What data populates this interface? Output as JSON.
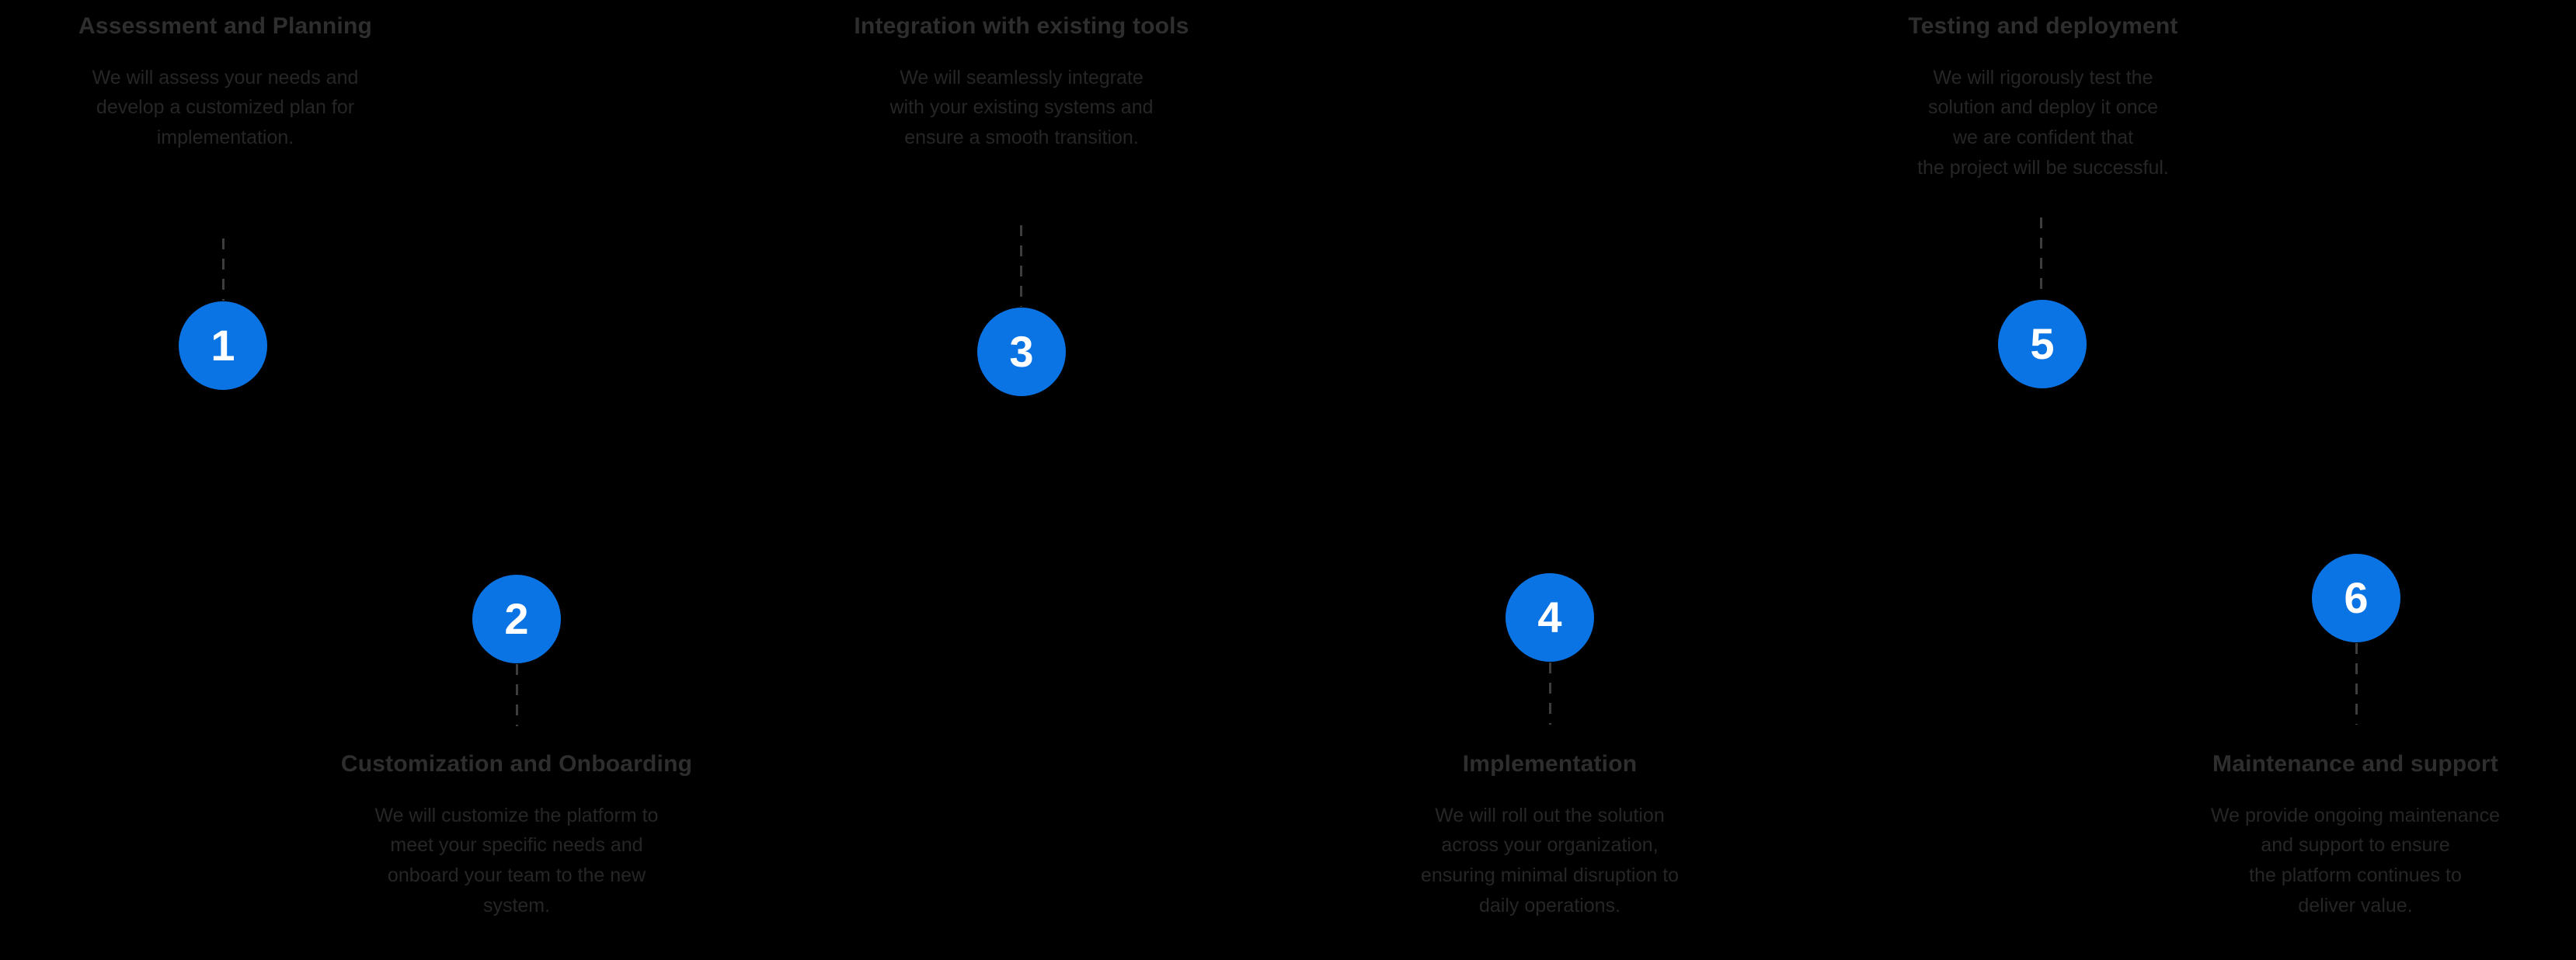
{
  "diagram": {
    "type": "process-timeline",
    "background_color": "#000000",
    "accent_color": "#0B74E5",
    "text_color": "#2b2b2b",
    "connector_color": "#3d3d3d",
    "step_count": 6
  },
  "steps": [
    {
      "number": "1",
      "placement": "top",
      "title": "Assessment and Planning",
      "description": [
        "We will assess your needs and",
        "develop a customized plan for",
        "implementation."
      ]
    },
    {
      "number": "2",
      "placement": "bottom",
      "title": "Customization and Onboarding",
      "description": [
        "We will customize the platform to",
        "meet your specific needs and",
        "onboard your team to the new",
        "system."
      ]
    },
    {
      "number": "3",
      "placement": "top",
      "title": "Integration with existing tools",
      "description": [
        "We will seamlessly integrate",
        "with your existing systems and",
        "ensure a smooth transition."
      ]
    },
    {
      "number": "4",
      "placement": "bottom",
      "title": "Implementation",
      "description": [
        "We will roll out the solution",
        "across your organization,",
        "ensuring minimal disruption to",
        "daily operations."
      ]
    },
    {
      "number": "5",
      "placement": "top",
      "title": "Testing and deployment",
      "description": [
        "We will rigorously test the",
        "solution and deploy it once",
        "we are confident that",
        "the project will be successful."
      ]
    },
    {
      "number": "6",
      "placement": "bottom",
      "title": "Maintenance and support",
      "description": [
        "We provide ongoing maintenance",
        "and support to ensure",
        "the platform continues to",
        "deliver value."
      ]
    }
  ]
}
